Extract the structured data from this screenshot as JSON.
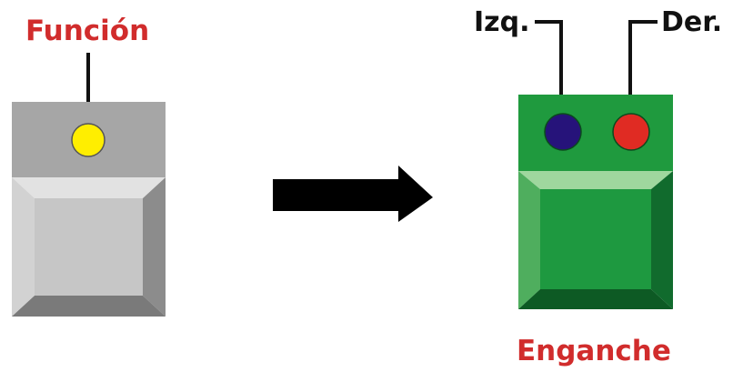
{
  "labels": {
    "function": "Función",
    "left": "Izq.",
    "right": "Der.",
    "latch": "Enganche"
  },
  "colors": {
    "label_red": "#d12c2c",
    "label_black": "#111111",
    "gray_top": "#a6a6a6",
    "gray_bevel_top": "#e2e2e2",
    "gray_bevel_left": "#d2d2d2",
    "gray_bevel_right": "#8c8c8c",
    "gray_bevel_bottom": "#7a7a7a",
    "gray_face": "#c6c6c6",
    "led_yellow": "#ffee00",
    "green_top": "#1f9a3e",
    "green_bevel_top": "#9fd79e",
    "green_bevel_left": "#4fae5e",
    "green_bevel_right": "#116b2d",
    "green_bevel_bottom": "#0d5a24",
    "green_face": "#1e9940",
    "led_blue": "#26137a",
    "led_red": "#e02b23",
    "arrow": "#000000"
  },
  "icons": {
    "arrow": "right-arrow-icon"
  }
}
